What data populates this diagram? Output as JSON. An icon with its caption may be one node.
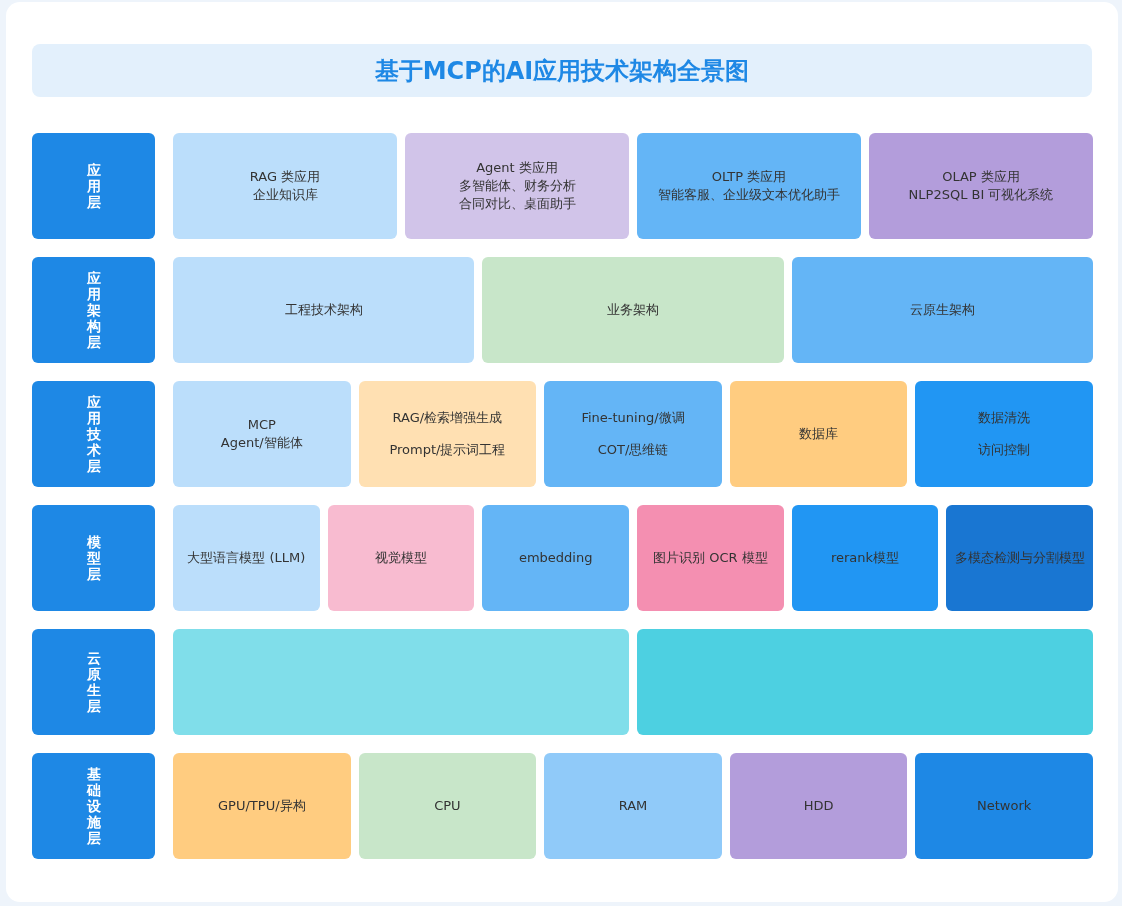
{
  "diagram": {
    "title": "基于MCP的AI应用技术架构全景图",
    "nodes": [
      {
        "text": [
          "应用层"
        ]
      },
      {
        "text": [
          "RAG 类应用",
          "企业知识库"
        ]
      },
      {
        "text": [
          "Agent 类应用",
          "多智能体、财务分析",
          "合同对比、桌面助手"
        ]
      },
      {
        "text": [
          "OLTP 类应用",
          "智能客服、企业级文本优化助手"
        ]
      },
      {
        "text": [
          "OLAP 类应用",
          "NLP2SQL BI 可视化系统"
        ]
      },
      {
        "text": [
          "应用架构层"
        ]
      },
      {
        "text": [
          "工程技术架构"
        ]
      },
      {
        "text": [
          "业务架构"
        ]
      },
      {
        "text": [
          "云原生架构"
        ]
      },
      {
        "text": [
          "应用技术层"
        ]
      },
      {
        "text": [
          "MCP",
          "Agent/智能体"
        ]
      },
      {
        "text": [
          "RAG/检索增强生成",
          "Prompt/提示词工程"
        ]
      },
      {
        "text": [
          "Fine-tuning/微调",
          "COT/思维链"
        ]
      },
      {
        "text": [
          "数据库"
        ]
      },
      {
        "text": [
          "数据清洗",
          "访问控制"
        ]
      },
      {
        "text": [
          "模型层"
        ]
      },
      {
        "text": [
          "大型语言模型 (LLM)"
        ]
      },
      {
        "text": [
          "视觉模型"
        ]
      },
      {
        "text": [
          "embedding"
        ]
      },
      {
        "text": [
          "图片识别 OCR 模型"
        ]
      },
      {
        "text": [
          "rerank模型"
        ]
      },
      {
        "text": [
          "多模态检测与分割模型"
        ]
      },
      {
        "text": [
          "云原生层"
        ]
      },
      {
        "text": [],
        "shape": "box"
      },
      {
        "text": [],
        "shape": "box"
      },
      {
        "text": [
          "基础设施层"
        ]
      },
      {
        "text": [
          "GPU/TPU/异构"
        ]
      },
      {
        "text": [
          "CPU"
        ]
      },
      {
        "text": [
          "RAM"
        ]
      },
      {
        "text": [
          "HDD"
        ]
      },
      {
        "text": [
          "Network"
        ]
      }
    ]
  }
}
